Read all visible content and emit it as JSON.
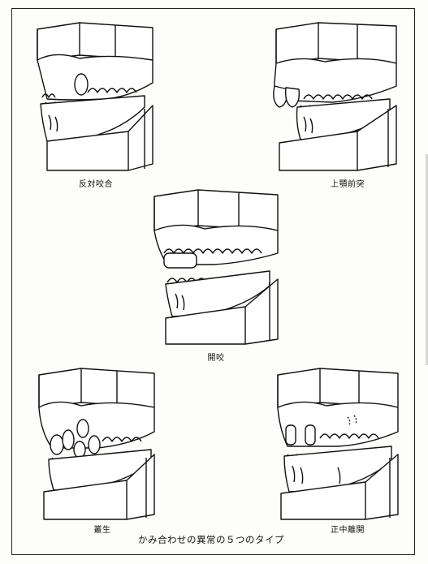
{
  "figure": {
    "caption": "かみ合わせの異常の５つのタイプ",
    "types": [
      {
        "id": "crossbite",
        "label": "反対咬合"
      },
      {
        "id": "protrusion",
        "label": "上顎前突"
      },
      {
        "id": "openbite",
        "label": "開咬"
      },
      {
        "id": "crowding",
        "label": "叢生"
      },
      {
        "id": "diastema",
        "label": "正中離開"
      }
    ]
  }
}
